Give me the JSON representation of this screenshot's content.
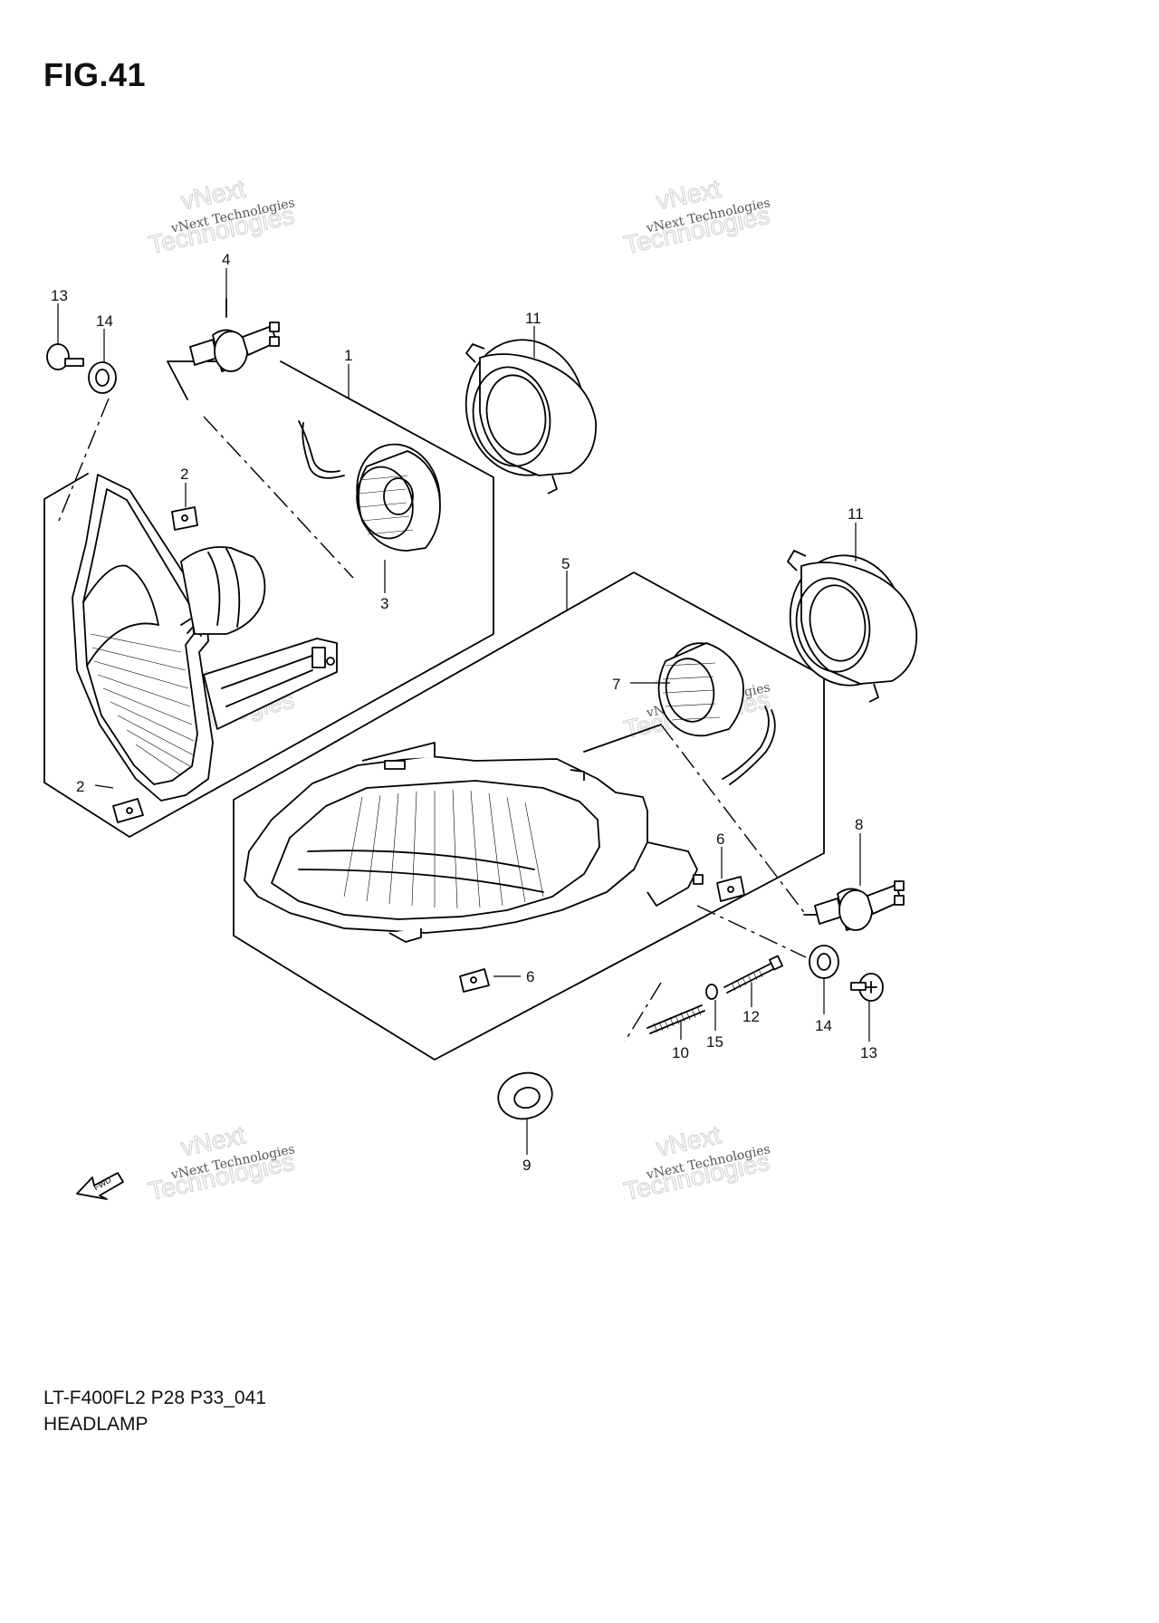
{
  "figure": {
    "title": "FIG.41",
    "model_code": "LT-F400FL2 P28 P33_041",
    "part_name": "HEADLAMP"
  },
  "watermark": {
    "line1": "vNext Technologies",
    "line2_a": "vNext",
    "line2_b": "Technologies"
  },
  "callouts": {
    "c1": "1",
    "c2a": "2",
    "c2b": "2",
    "c3": "3",
    "c4": "4",
    "c5": "5",
    "c6a": "6",
    "c6b": "6",
    "c7": "7",
    "c8": "8",
    "c9": "9",
    "c10": "10",
    "c11a": "11",
    "c11b": "11",
    "c12": "12",
    "c13a": "13",
    "c13b": "13",
    "c14a": "14",
    "c14b": "14",
    "c15": "15"
  },
  "fwd_label": "FWD"
}
